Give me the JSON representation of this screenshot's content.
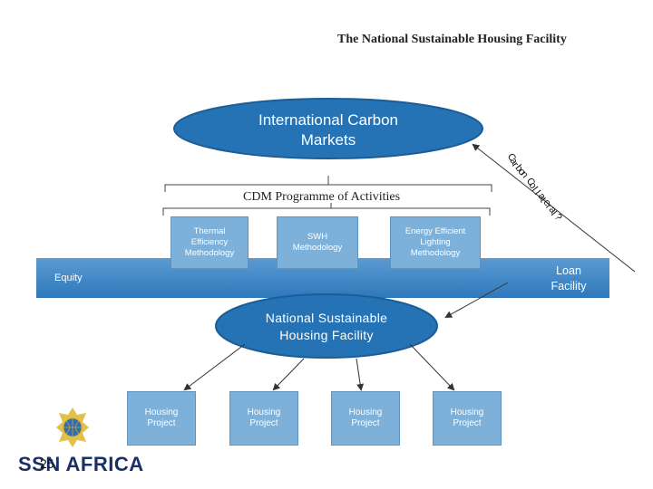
{
  "title": "The National Sustainable Housing Facility",
  "top_node": {
    "line1": "International Carbon",
    "line2": "Markets"
  },
  "programme_label": "CDM Programme of Activities",
  "methodologies": [
    {
      "lines": [
        "Thermal",
        "Efficiency",
        "Methodology"
      ]
    },
    {
      "lines": [
        "SWH",
        "Methodology"
      ]
    },
    {
      "lines": [
        "Energy Efficient",
        "Lighting",
        "Methodology"
      ]
    }
  ],
  "equity_label": "Equity",
  "loan_label": {
    "line1": "Loan",
    "line2": "Facility"
  },
  "facility_node": {
    "line1": "National Sustainable",
    "line2": "Housing Facility"
  },
  "projects": [
    {
      "line1": "Housing",
      "line2": "Project"
    },
    {
      "line1": "Housing",
      "line2": "Project"
    },
    {
      "line1": "Housing",
      "line2": "Project"
    },
    {
      "line1": "Housing",
      "line2": "Project"
    }
  ],
  "carbon_arrow_label": "Carbon Collateral?",
  "logo": {
    "text": "SSN AFRICA"
  },
  "page_number": "25",
  "colors": {
    "node_fill": "#2573b5",
    "box_fill": "#7eb1d9",
    "band_fill": "#3a85c6"
  }
}
